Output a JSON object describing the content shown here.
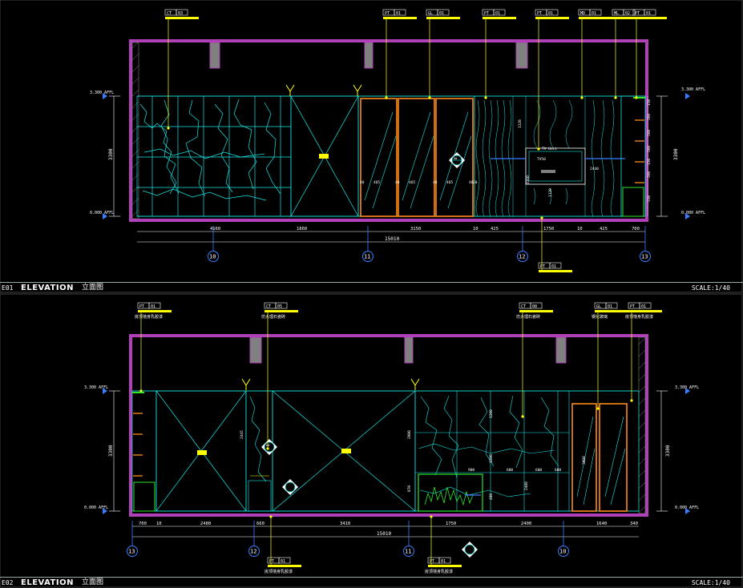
{
  "panels": [
    {
      "code": "E01",
      "title": "ELEVATION",
      "title_cn": "立面图",
      "scale": "SCALE:1/40",
      "tags_top": [
        "CT 03",
        "PT 01",
        "GL 01",
        "PT 01",
        "PT 01",
        "MD 01",
        "ML 02",
        "PT 01"
      ],
      "tag_bottom": "PT 01",
      "level_top": "3.300 AFFL",
      "level_bottom": "0.000 AFFL",
      "height_dim": "3300",
      "bottom_dims": [
        "4160",
        "1860",
        "3150",
        "10",
        "425",
        "1750",
        "10",
        "425",
        "700"
      ],
      "overall_dim": "15010",
      "axis_labels": [
        "10",
        "11",
        "12",
        "13"
      ],
      "panel_dims": [
        "40",
        "465",
        "40",
        "465",
        "40",
        "465",
        "40",
        "20"
      ],
      "right_dims": [
        "150",
        "560",
        "560",
        "560",
        "150",
        "560",
        "550"
      ],
      "inner_labels": [
        "TV Unit",
        "TV50",
        "2440",
        "1320",
        "1120",
        "3360"
      ],
      "section_tag": "DW\n11-4"
    },
    {
      "code": "E02",
      "title": "ELEVATION",
      "title_cn": "立面图",
      "scale": "SCALE:1/40",
      "tags_top": [
        "PT 01",
        "CT 05",
        "CT 08",
        "GL 01",
        "PT 01"
      ],
      "tag_notes": [
        "房顶墙身乳胶漆",
        "仿大理石瓷砖",
        "仿大理石瓷砖",
        "钢化玻璃",
        "房顶墙身乳胶漆"
      ],
      "tag_bottom": [
        "PT 01",
        "PT 01"
      ],
      "tag_bottom_notes": [
        "房顶墙身乳胶漆",
        "房顶墙身乳胶漆"
      ],
      "level_top": "3.300 AFFL",
      "level_bottom": "0.000 AFFL",
      "height_dim": "3300",
      "bottom_dims": [
        "700",
        "10",
        "2480",
        "660",
        "3410",
        "1750",
        "2400",
        "1640",
        "340"
      ],
      "overall_dim": "15010",
      "axis_labels": [
        "13",
        "12",
        "11",
        "10"
      ],
      "inner_labels": [
        "2445",
        "2800",
        "1200",
        "1200",
        "900",
        "600",
        "600",
        "600",
        "3000",
        "2400",
        "870",
        "400"
      ],
      "section_tag": "DW\n11-4"
    }
  ],
  "colors": {
    "wall": "#b040b8",
    "cyan": "#19e6e6",
    "yellow": "#ffff00",
    "orange": "#ff8a1c",
    "green": "#2be62b",
    "blue": "#3a7dff",
    "white": "#ffffff",
    "grey": "#808080"
  }
}
